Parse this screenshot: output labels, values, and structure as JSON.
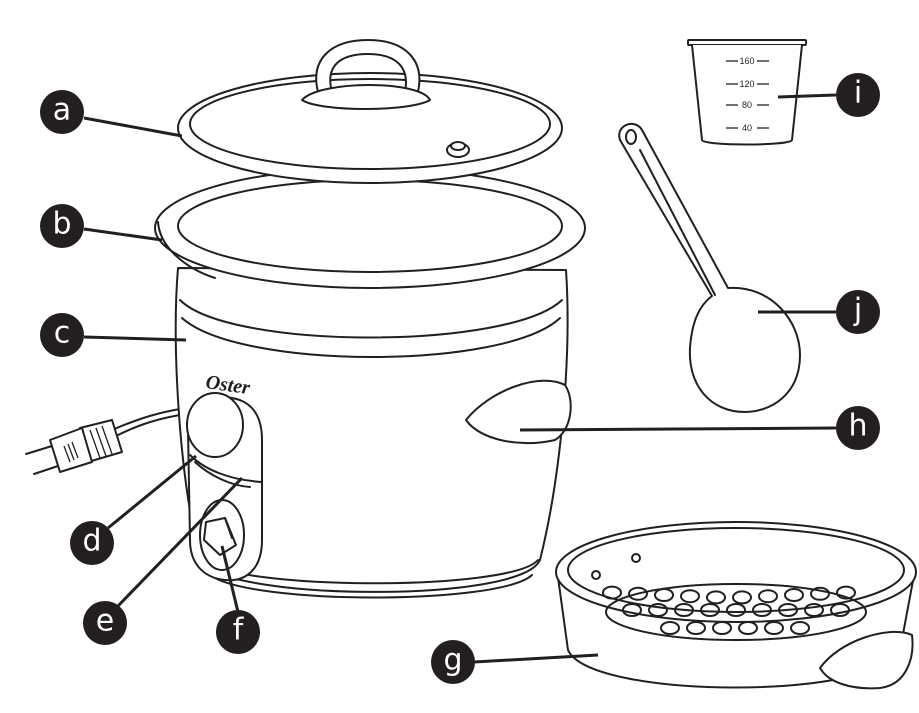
{
  "diagram": {
    "brand_logo": "Oster",
    "callouts": [
      {
        "id": "a",
        "label": "a"
      },
      {
        "id": "b",
        "label": "b"
      },
      {
        "id": "c",
        "label": "c"
      },
      {
        "id": "d",
        "label": "d"
      },
      {
        "id": "e",
        "label": "e"
      },
      {
        "id": "f",
        "label": "f"
      },
      {
        "id": "g",
        "label": "g"
      },
      {
        "id": "h",
        "label": "h"
      },
      {
        "id": "i",
        "label": "i"
      },
      {
        "id": "j",
        "label": "j"
      }
    ],
    "cup_marks": [
      "160",
      "120",
      "80",
      "40"
    ],
    "colors": {
      "ink": "#231f20",
      "background": "#ffffff"
    }
  }
}
